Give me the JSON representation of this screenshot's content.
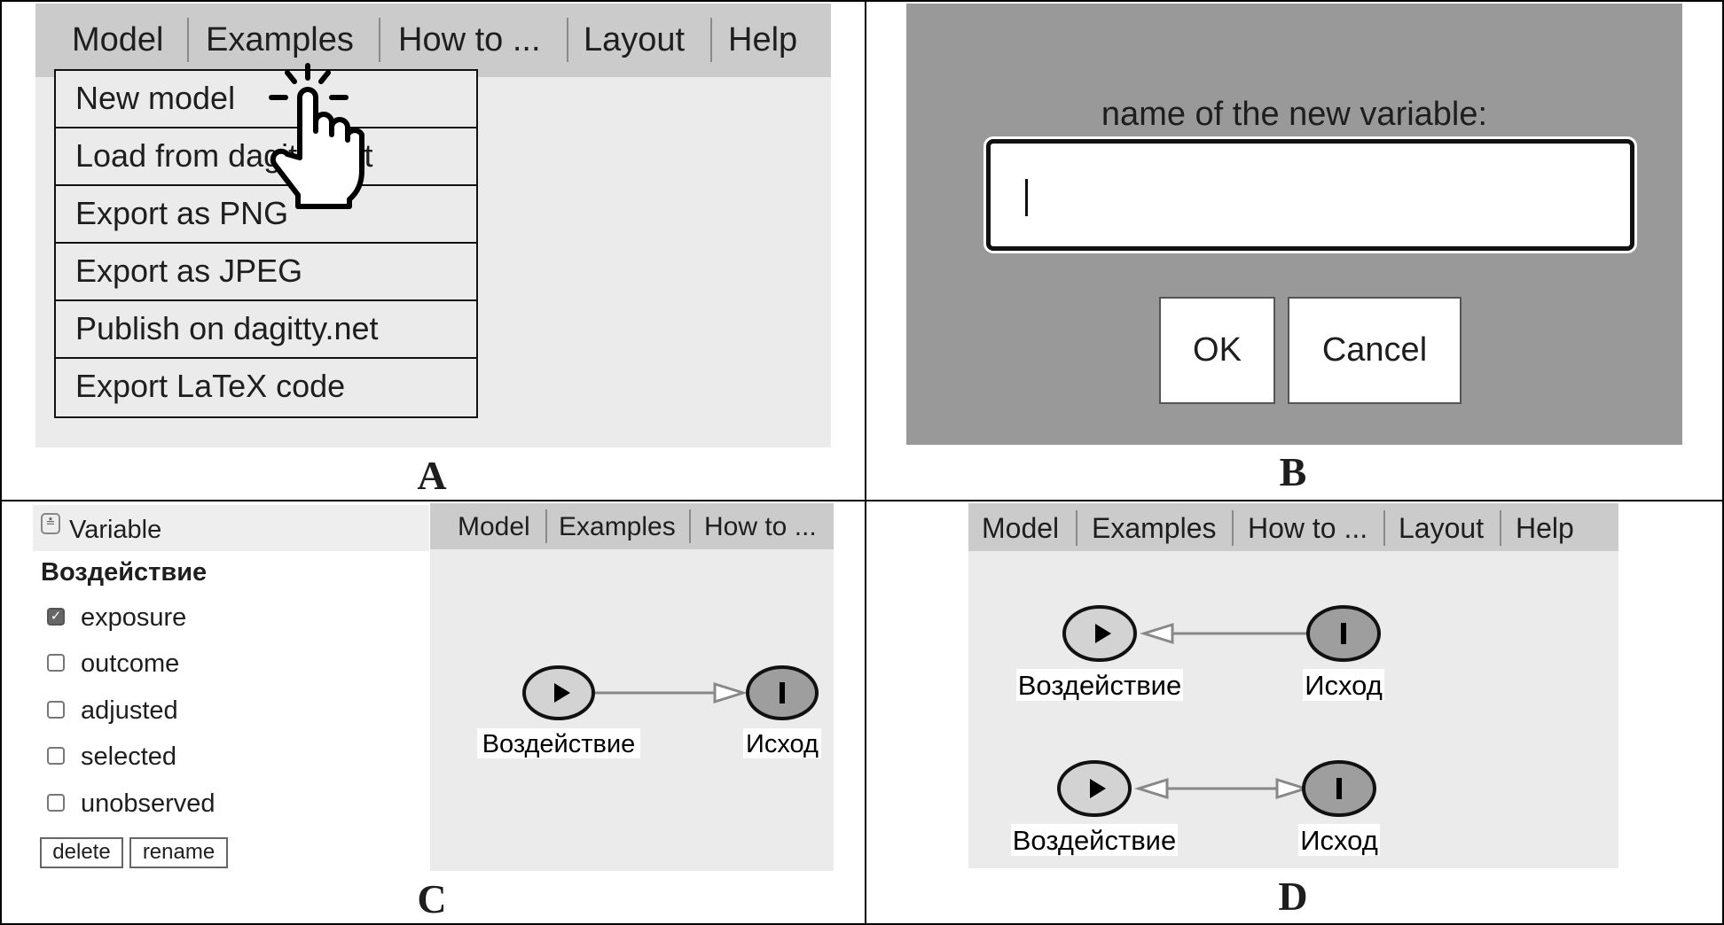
{
  "panel_labels": {
    "a": "A",
    "b": "B",
    "c": "C",
    "d": "D"
  },
  "panel_a": {
    "menu": [
      "Model",
      "Examples",
      "How to ...",
      "Layout",
      "Help"
    ],
    "dropdown": [
      "New model",
      "Load from dagitty.net",
      "Export as PNG",
      "Export as JPEG",
      "Publish on dagitty.net",
      "Export LaTeX code"
    ],
    "cursor_icon": "pointing-hand-click"
  },
  "panel_b": {
    "prompt": "name of the new variable:",
    "input_value": "",
    "ok": "OK",
    "cancel": "Cancel"
  },
  "panel_c": {
    "sidebar_header": "Variable",
    "variable_name": "Воздействие",
    "options": [
      {
        "label": "exposure",
        "checked": true
      },
      {
        "label": "outcome",
        "checked": false
      },
      {
        "label": "adjusted",
        "checked": false
      },
      {
        "label": "selected",
        "checked": false
      },
      {
        "label": "unobserved",
        "checked": false
      }
    ],
    "delete": "delete",
    "rename": "rename",
    "menu": [
      "Model",
      "Examples",
      "How to ..."
    ],
    "nodes": {
      "exposure": "Воздействие",
      "outcome": "Исход"
    }
  },
  "panel_d": {
    "menu": [
      "Model",
      "Examples",
      "How to ...",
      "Layout",
      "Help"
    ],
    "row1": {
      "exposure": "Воздействие",
      "outcome": "Исход",
      "edge": "outcome-to-exposure"
    },
    "row2": {
      "exposure": "Воздействие",
      "outcome": "Исход",
      "edge": "bidirected"
    }
  },
  "colors": {
    "menubar": "#cbcbcb",
    "canvas": "#ebebeb",
    "dialog_bg": "#999999",
    "exposure_node": "#d3d3d3",
    "outcome_node": "#9e9e9e"
  }
}
